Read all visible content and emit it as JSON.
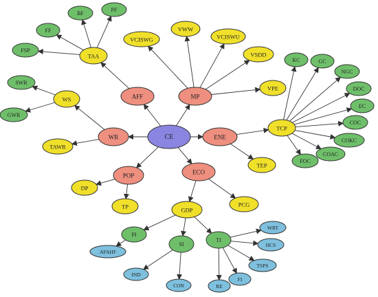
{
  "colors": {
    "center": "#8a85e0",
    "level1": "#ee8f7f",
    "level2": "#f0e02a",
    "level3": "#6fbf6a",
    "level4": "#7ec0de",
    "edge": "#333333"
  },
  "nodes": [
    {
      "id": "CE",
      "label": "CE",
      "level": "center"
    },
    {
      "id": "AFF",
      "label": "AFF",
      "level": "level1"
    },
    {
      "id": "MP",
      "label": "MP",
      "level": "level1"
    },
    {
      "id": "WR",
      "label": "WR",
      "level": "level1"
    },
    {
      "id": "ENE",
      "label": "ENE",
      "level": "level1"
    },
    {
      "id": "POP",
      "label": "POP",
      "level": "level1"
    },
    {
      "id": "ECO",
      "label": "ECO",
      "level": "level1"
    },
    {
      "id": "TAA",
      "label": "TAA",
      "level": "level2"
    },
    {
      "id": "VCISWG",
      "label": "VCISWG",
      "level": "level2"
    },
    {
      "id": "VWW",
      "label": "VWW",
      "level": "level2"
    },
    {
      "id": "VCISWU",
      "label": "VCISWU",
      "level": "level2"
    },
    {
      "id": "VSDD",
      "label": "VSDD",
      "level": "level2"
    },
    {
      "id": "VPE",
      "label": "VPE",
      "level": "level2"
    },
    {
      "id": "WS",
      "label": "WS",
      "level": "level2"
    },
    {
      "id": "TAWR",
      "label": "TAWR",
      "level": "level2"
    },
    {
      "id": "TCP",
      "label": "TCP",
      "level": "level2"
    },
    {
      "id": "TEP",
      "label": "TEP",
      "level": "level2"
    },
    {
      "id": "DP",
      "label": "DP",
      "level": "level2"
    },
    {
      "id": "TP",
      "label": "TP",
      "level": "level2"
    },
    {
      "id": "PCG",
      "label": "PCG",
      "level": "level2"
    },
    {
      "id": "GDP",
      "label": "GDP",
      "level": "level2"
    },
    {
      "id": "BF",
      "label": "BF",
      "level": "level3"
    },
    {
      "id": "PF",
      "label": "PF",
      "level": "level3"
    },
    {
      "id": "FF",
      "label": "FF",
      "level": "level3"
    },
    {
      "id": "FSP",
      "label": "FSP",
      "level": "level3"
    },
    {
      "id": "SWR",
      "label": "SWR",
      "level": "level3"
    },
    {
      "id": "GWR",
      "label": "GWR",
      "level": "level3"
    },
    {
      "id": "KC",
      "label": "KC",
      "level": "level3"
    },
    {
      "id": "GC",
      "label": "GC",
      "level": "level3"
    },
    {
      "id": "NGC",
      "label": "NGC",
      "level": "level3"
    },
    {
      "id": "DOC",
      "label": "DOC",
      "level": "level3"
    },
    {
      "id": "EC",
      "label": "EC",
      "level": "level3"
    },
    {
      "id": "COC",
      "label": "COC",
      "level": "level3"
    },
    {
      "id": "COKC",
      "label": "COKC",
      "level": "level3"
    },
    {
      "id": "COAC",
      "label": "COAC",
      "level": "level3"
    },
    {
      "id": "FOC",
      "label": "FOC",
      "level": "level3"
    },
    {
      "id": "PI",
      "label": "PI",
      "level": "level3"
    },
    {
      "id": "SI",
      "label": "SI",
      "level": "level3"
    },
    {
      "id": "TI",
      "label": "TI",
      "level": "level3"
    },
    {
      "id": "AFAHF",
      "label": "AFAHF",
      "level": "level4"
    },
    {
      "id": "IND",
      "label": "IND",
      "level": "level4"
    },
    {
      "id": "CON",
      "label": "CON",
      "level": "level4"
    },
    {
      "id": "WRT",
      "label": "WRT",
      "level": "level4"
    },
    {
      "id": "HCS",
      "label": "HCS",
      "level": "level4"
    },
    {
      "id": "TSPS",
      "label": "TSPS",
      "level": "level4"
    },
    {
      "id": "FI",
      "label": "FI",
      "level": "level4"
    },
    {
      "id": "RE",
      "label": "RE",
      "level": "level4"
    }
  ],
  "edges": [
    {
      "from": "CE",
      "to": "AFF"
    },
    {
      "from": "CE",
      "to": "MP"
    },
    {
      "from": "CE",
      "to": "WR"
    },
    {
      "from": "CE",
      "to": "ENE"
    },
    {
      "from": "CE",
      "to": "POP"
    },
    {
      "from": "CE",
      "to": "ECO"
    },
    {
      "from": "AFF",
      "to": "TAA"
    },
    {
      "from": "TAA",
      "to": "BF"
    },
    {
      "from": "TAA",
      "to": "PF"
    },
    {
      "from": "TAA",
      "to": "FF"
    },
    {
      "from": "TAA",
      "to": "FSP"
    },
    {
      "from": "MP",
      "to": "VCISWG"
    },
    {
      "from": "MP",
      "to": "VWW"
    },
    {
      "from": "MP",
      "to": "VCISWU"
    },
    {
      "from": "MP",
      "to": "VSDD"
    },
    {
      "from": "MP",
      "to": "VPE"
    },
    {
      "from": "WR",
      "to": "WS"
    },
    {
      "from": "WR",
      "to": "TAWR"
    },
    {
      "from": "WS",
      "to": "SWR"
    },
    {
      "from": "WS",
      "to": "GWR"
    },
    {
      "from": "ENE",
      "to": "TCP"
    },
    {
      "from": "ENE",
      "to": "TEP"
    },
    {
      "from": "TCP",
      "to": "KC"
    },
    {
      "from": "TCP",
      "to": "GC"
    },
    {
      "from": "TCP",
      "to": "NGC"
    },
    {
      "from": "TCP",
      "to": "DOC"
    },
    {
      "from": "TCP",
      "to": "EC"
    },
    {
      "from": "TCP",
      "to": "COC"
    },
    {
      "from": "TCP",
      "to": "COKC"
    },
    {
      "from": "TCP",
      "to": "COAC"
    },
    {
      "from": "TCP",
      "to": "FOC"
    },
    {
      "from": "POP",
      "to": "DP"
    },
    {
      "from": "POP",
      "to": "TP"
    },
    {
      "from": "ECO",
      "to": "PCG"
    },
    {
      "from": "ECO",
      "to": "GDP"
    },
    {
      "from": "GDP",
      "to": "PI"
    },
    {
      "from": "GDP",
      "to": "SI"
    },
    {
      "from": "GDP",
      "to": "TI"
    },
    {
      "from": "PI",
      "to": "AFAHF"
    },
    {
      "from": "SI",
      "to": "IND"
    },
    {
      "from": "SI",
      "to": "CON"
    },
    {
      "from": "TI",
      "to": "WRT"
    },
    {
      "from": "TI",
      "to": "HCS"
    },
    {
      "from": "TI",
      "to": "TSPS"
    },
    {
      "from": "TI",
      "to": "FI"
    },
    {
      "from": "TI",
      "to": "RE"
    }
  ]
}
